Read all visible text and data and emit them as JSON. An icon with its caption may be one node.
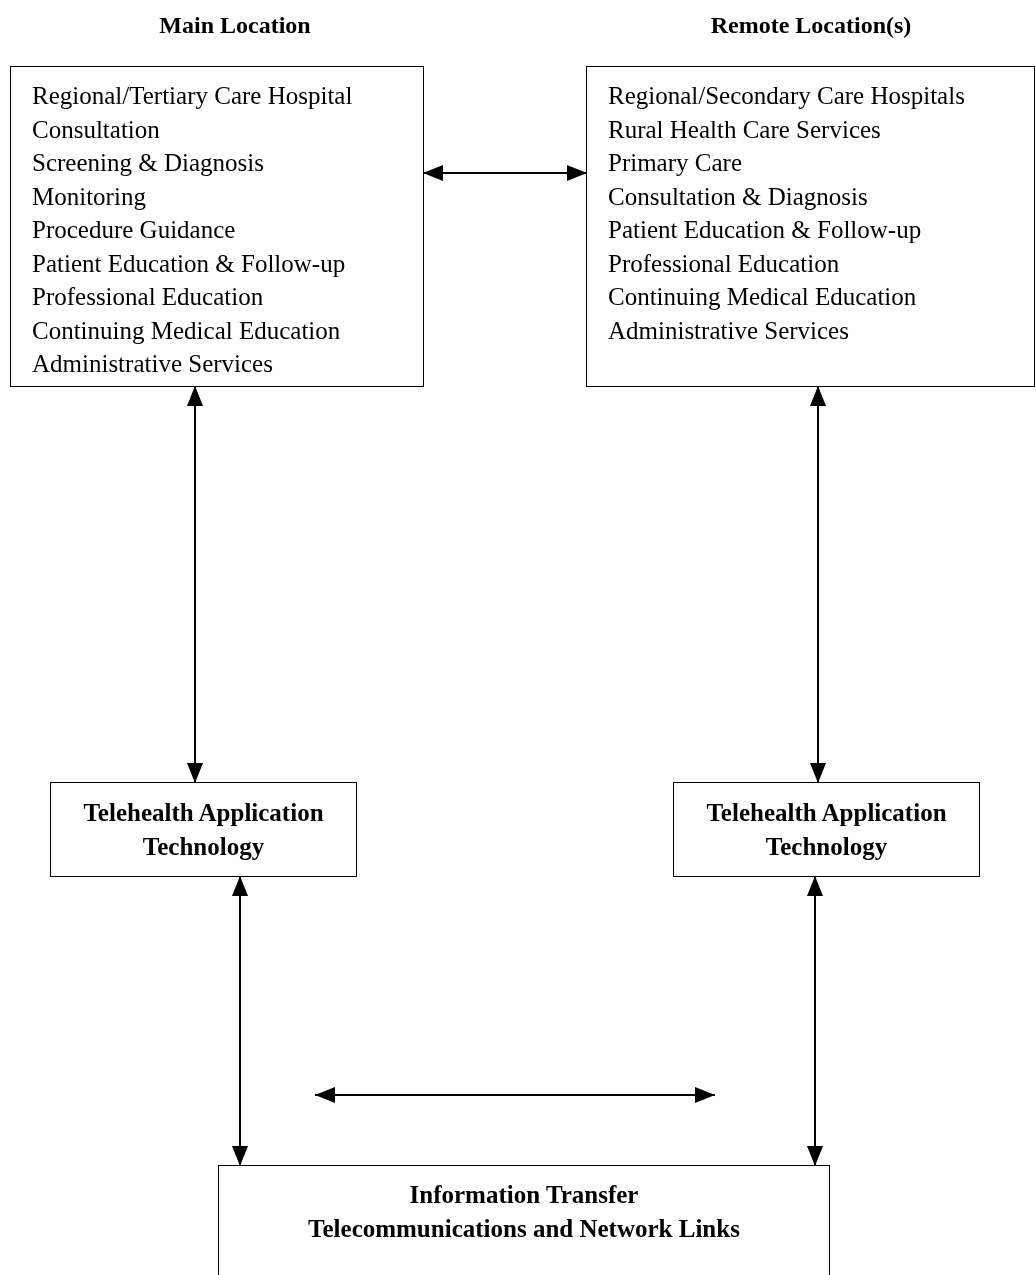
{
  "diagram": {
    "nodes": [
      {
        "text": [
          "Regional/Tertiary Care Hospital",
          "Consultation",
          "Screening & Diagnosis",
          "Monitoring",
          "Procedure Guidance",
          "Patient Education & Follow-up",
          "Professional Education",
          "Continuing Medical Education",
          "Administrative Services"
        ]
      },
      {
        "text": [
          "Regional/Secondary Care Hospitals",
          "Rural Health Care Services",
          "Primary Care",
          "Consultation & Diagnosis",
          "Patient Education & Follow-up",
          "Professional Education",
          "Continuing Medical Education",
          "Administrative Services"
        ]
      },
      {
        "text": [
          "Telehealth Application Technology"
        ]
      },
      {
        "text": [
          "Telehealth Application Technology"
        ]
      },
      {
        "text": [
          "Information Transfer",
          "Telecommunications and Network Links"
        ]
      }
    ],
    "edges": [
      {
        "from": 0,
        "to": 1,
        "arrow": "both"
      },
      {
        "from": 0,
        "to": 2,
        "arrow": "both"
      },
      {
        "from": 1,
        "to": 3,
        "arrow": "both"
      },
      {
        "from": 2,
        "to": 4,
        "arrow": "both"
      },
      {
        "from": 3,
        "to": 4,
        "arrow": "both"
      }
    ],
    "labels": [
      "Main Location",
      "Remote Location(s)"
    ]
  }
}
